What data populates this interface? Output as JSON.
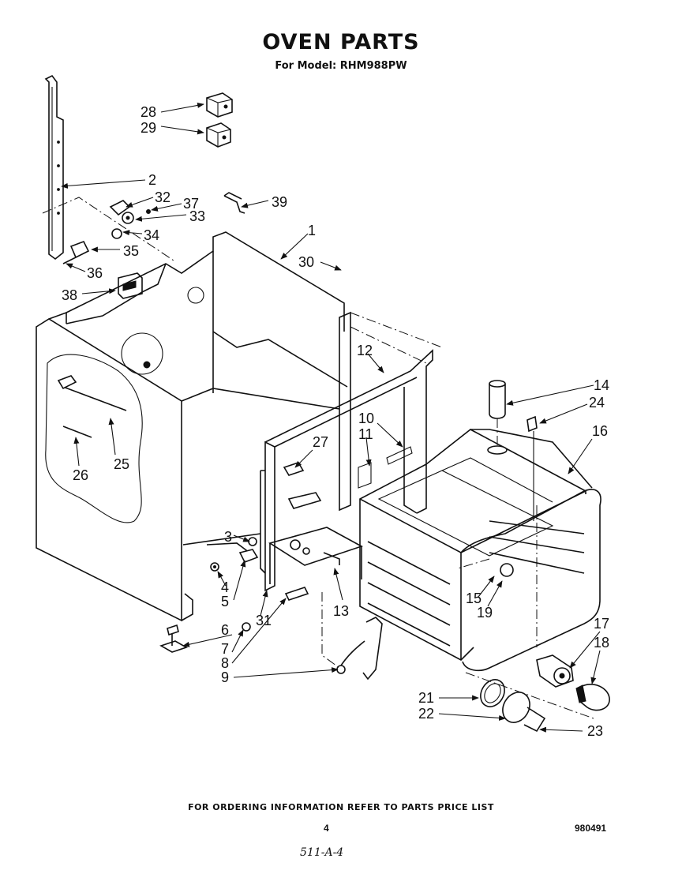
{
  "header": {
    "title": "OVEN PARTS",
    "subtitle": "For Model: RHM988PW"
  },
  "footer": {
    "ordering_note": "FOR ORDERING INFORMATION REFER TO PARTS PRICE LIST",
    "page_number": "4",
    "doc_number": "980491",
    "handwritten_note": "511-A-4"
  },
  "callouts": {
    "c1": "1",
    "c2": "2",
    "c3": "3",
    "c4": "4",
    "c5": "5",
    "c6": "6",
    "c7": "7",
    "c8": "8",
    "c9": "9",
    "c10": "10",
    "c11": "11",
    "c12": "12",
    "c13": "13",
    "c14": "14",
    "c15": "15",
    "c16": "16",
    "c17": "17",
    "c18": "18",
    "c19": "19",
    "c21": "21",
    "c22": "22",
    "c23": "23",
    "c24": "24",
    "c25": "25",
    "c26": "26",
    "c27": "27",
    "c28": "28",
    "c29": "29",
    "c30": "30",
    "c31": "31",
    "c32": "32",
    "c33": "33",
    "c34": "34",
    "c35": "35",
    "c36": "36",
    "c37": "37",
    "c38": "38",
    "c39": "39"
  }
}
